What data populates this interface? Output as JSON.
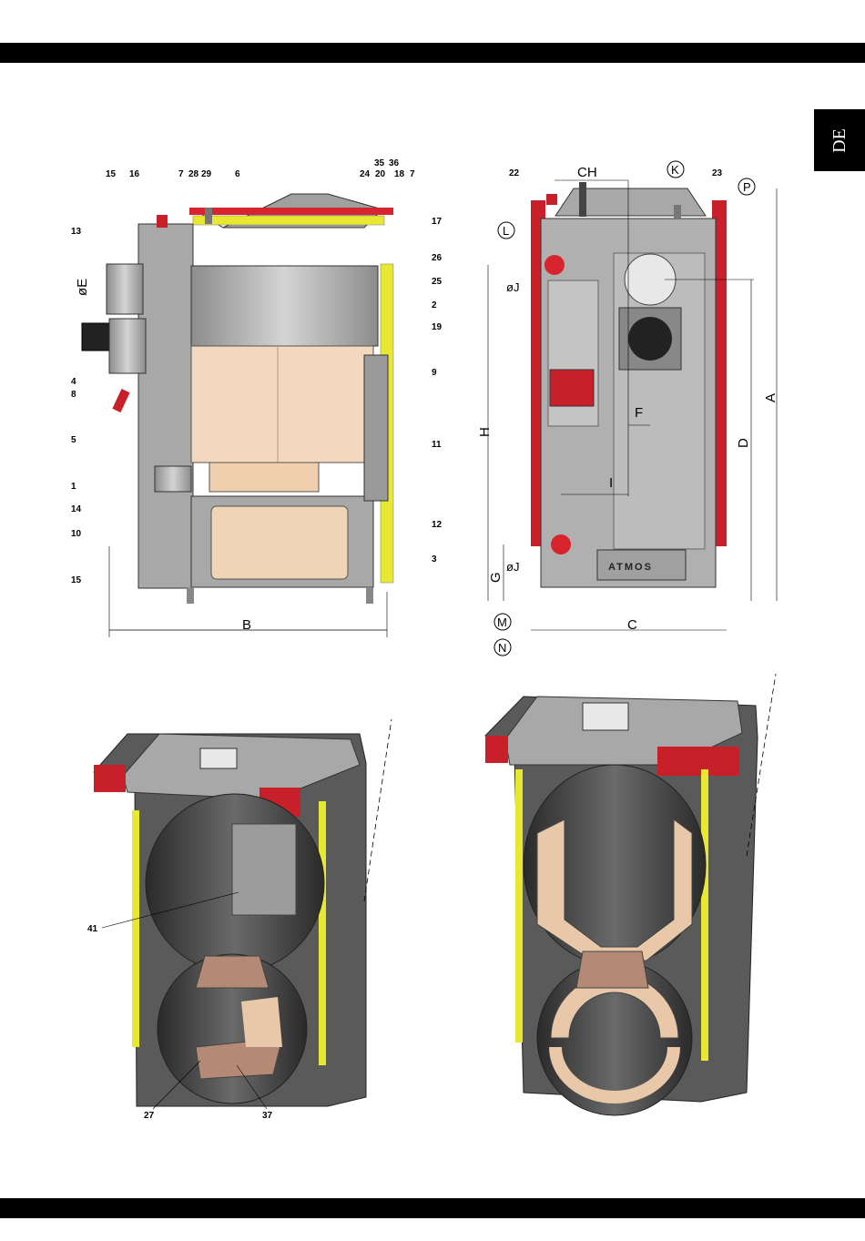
{
  "page": {
    "language_tab": "DE"
  },
  "side_section": {
    "part_labels": [
      "15",
      "16",
      "7",
      "28",
      "29",
      "6",
      "35",
      "36",
      "24",
      "20",
      "18",
      "7",
      "17",
      "26",
      "25",
      "2",
      "19",
      "9",
      "11",
      "12",
      "3",
      "13",
      "4",
      "8",
      "5",
      "1",
      "14",
      "10",
      "15"
    ],
    "dimension_E": "øE",
    "dimension_B": "B"
  },
  "front_view": {
    "dimensions": {
      "CH": "CH",
      "H": "H",
      "A": "A",
      "D": "D",
      "F": "F",
      "I": "I",
      "G": "G",
      "C": "C",
      "J_top": "øJ",
      "J_bottom": "øJ"
    },
    "circle_labels": {
      "K": "K",
      "L": "L",
      "P": "P",
      "M": "M",
      "N": "N"
    },
    "part_labels": {
      "p22": "22",
      "p23": "23"
    },
    "brand_plate": "ATMOS"
  },
  "cutaway_left": {
    "part_labels": {
      "p41": "41",
      "p27": "27",
      "p37": "37"
    }
  },
  "colors": {
    "red": "#c8202a",
    "yellow": "#e8e832",
    "steel": "#a8a8a8",
    "refractory": "#f2d8bc"
  }
}
